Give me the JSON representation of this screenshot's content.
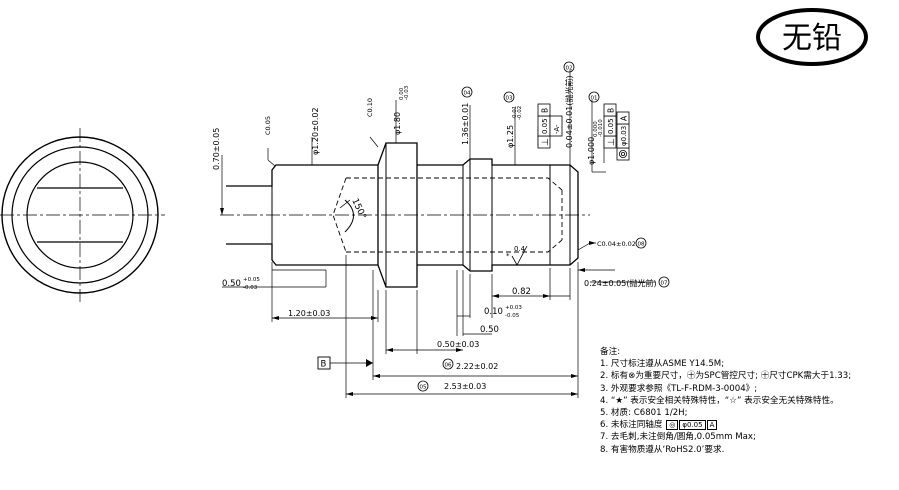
{
  "stamp": {
    "text": "无铅"
  },
  "dims": {
    "d_070": "0.70±0.05",
    "c005": "C0.05",
    "d_120": "φ1.20±0.02",
    "c010": "C0.10",
    "d_180": "φ1.80",
    "d_180_tol_up": "0.00",
    "d_180_tol_dn": "-0.03",
    "d_136": "1.36±0.01",
    "d_125": "φ1.25",
    "d_125_tol_up": "-0.01",
    "d_125_tol_dn": "-0.02",
    "perp_sym": "⊥",
    "perp_tol": "0.05",
    "perp_ref": "B",
    "datum_a": "-A-",
    "d_004": "0.04±0.01(抛光前)",
    "d_100": "φ1.000",
    "d_100_tol_up": "0.000",
    "d_100_tol_dn": "-0.010",
    "perp2_tol": "0.05",
    "perp2_ref": "B",
    "conc_tol": "φ0.03",
    "conc_ref": "A",
    "angle_150": "150°",
    "rough": "0.4",
    "c004": "C0.04±0.02",
    "d_050": "0.50",
    "d_050_tol_up": "+0.05",
    "d_050_tol_dn": "-0.03",
    "d_082": "0.82",
    "d_024": "0.24±0.05(抛光前)",
    "d_010": "0.10",
    "d_010_tol_up": "+0.03",
    "d_010_tol_dn": "-0.05",
    "d_120L": "1.20±0.03",
    "d_050b": "0.50",
    "d_050c": "0.50±0.03",
    "datum_b": "B",
    "d_222": "2.22±0.02",
    "d_253": "2.53±0.03"
  },
  "balloons": {
    "b01": "01",
    "b02": "02",
    "b03": "03",
    "b04": "04",
    "b05": "05",
    "b06": "06",
    "b07": "07",
    "b08": "08"
  },
  "notes": {
    "title": "备注:",
    "lines": [
      "1. 尺寸标注遵从ASME Y14.5M;",
      "2. 标有⊗为重要尺寸，㊉为SPC管控尺寸; ㊉尺寸CPK需大于1.33;",
      "3. 外观要求参照《TL-F-RDM-3-0004》;",
      "4. “★” 表示安全相关特殊特性，“☆” 表示安全无关特殊特性。",
      "5. 材质: C6801 1/2H;",
      "6. 未标注同轴度",
      "7. 去毛刺,未注倒角/圆角,0.05mm Max;",
      "8. 有害物质遵从‘RoHS2.0’要求."
    ],
    "note6_frame": [
      "◎",
      "φ0.05",
      "A"
    ]
  }
}
